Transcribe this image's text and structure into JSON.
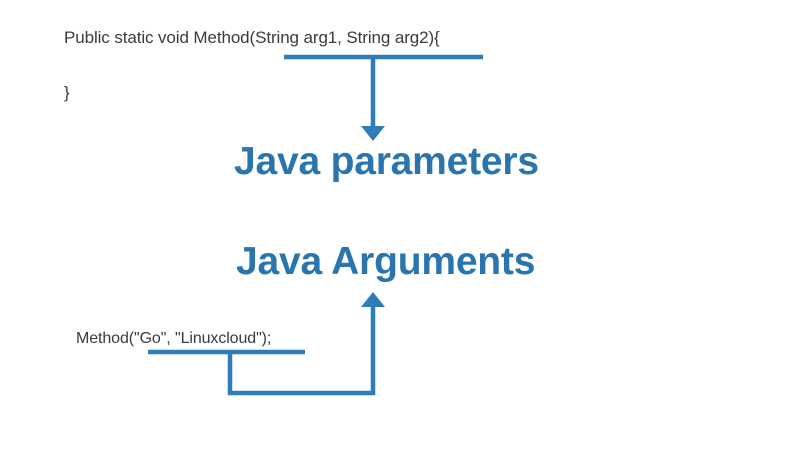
{
  "diagram": {
    "title": "Java parameters vs Java Arguments",
    "background_color": "#ffffff",
    "accent_color": "#2e7cb8",
    "heading_color": "#2a75ad",
    "code_color": "#3b3b3b"
  },
  "code": {
    "method_signature": "Public static void Method(String arg1, String arg2){",
    "closing_brace": "}",
    "method_call": "Method(\"Go\", \"Linuxcloud\");"
  },
  "labels": {
    "parameters": "Java parameters",
    "arguments": "Java Arguments"
  },
  "annotations": {
    "parameters_underline": "underline-under-string-arg1-string-arg2",
    "arguments_underline": "underline-under-go-linuxcloud",
    "parameters_arrow": "arrow-down-to-java-parameters",
    "arguments_arrow": "elbow-arrow-up-to-java-arguments"
  }
}
